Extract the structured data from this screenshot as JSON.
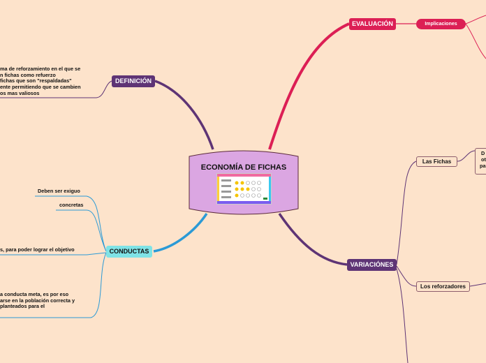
{
  "central": {
    "title": "ECONOMÍA DE FICHAS"
  },
  "colors": {
    "background": "#fde3cb",
    "central_fill": "#dba6e2",
    "purple": "#5e3475",
    "crimson": "#dc1f55",
    "cyan": "#7fe3e6",
    "blue_line": "#2b9ad6"
  },
  "branches": {
    "evaluacion": {
      "label": "EVALUACIÓN",
      "child": "Implicaciones"
    },
    "definicion": {
      "label": "DEFINICIÓN",
      "text": [
        "ma de reforzamiento en el que se",
        "n fichas como refuerzo",
        "fichas que son \"respaldadas\"",
        "ente permitiendo que se cambien",
        "os mas valiosos"
      ]
    },
    "conductas": {
      "label": "CONDUCTAS",
      "items": [
        "Deben ser exiguo",
        "concretas",
        "s, para poder lograr el objetivo"
      ],
      "text": [
        "a conducta meta, es por eso",
        "arse en la población correcta y",
        "planteados para el"
      ]
    },
    "variaciones": {
      "label": "VARIACIÓNES",
      "items": [
        "Las Fichas",
        "Los reforzadores"
      ],
      "cut_text": [
        "D",
        "ot",
        "pa"
      ]
    }
  }
}
